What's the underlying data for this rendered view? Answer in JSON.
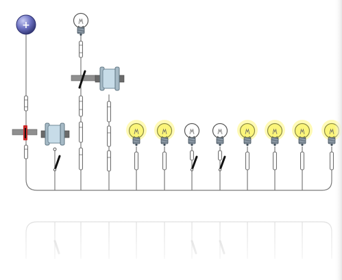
{
  "battery": {
    "terminal_label": "+",
    "color": "#4a4f9a"
  },
  "colors": {
    "wire": "#7a7a7a",
    "bulb_lit": "#fbf57a",
    "bulb_unlit": "#ffffff",
    "coil": "#c7dce8",
    "switch_lever": "#111111"
  },
  "branches": [
    {
      "type": "relay",
      "contact": "closed"
    },
    {
      "type": "relay",
      "contact": "closed"
    },
    {
      "type": "relay",
      "contact": "closed"
    },
    {
      "type": "bulb",
      "lit": true
    },
    {
      "type": "bulb",
      "lit": true
    },
    {
      "type": "bulb",
      "lit": false,
      "switch": "open"
    },
    {
      "type": "bulb",
      "lit": false,
      "switch": "open"
    },
    {
      "type": "bulb",
      "lit": true
    },
    {
      "type": "bulb",
      "lit": true
    },
    {
      "type": "bulb",
      "lit": true
    },
    {
      "type": "bulb",
      "lit": true
    }
  ],
  "top_bulb": {
    "lit": false
  }
}
